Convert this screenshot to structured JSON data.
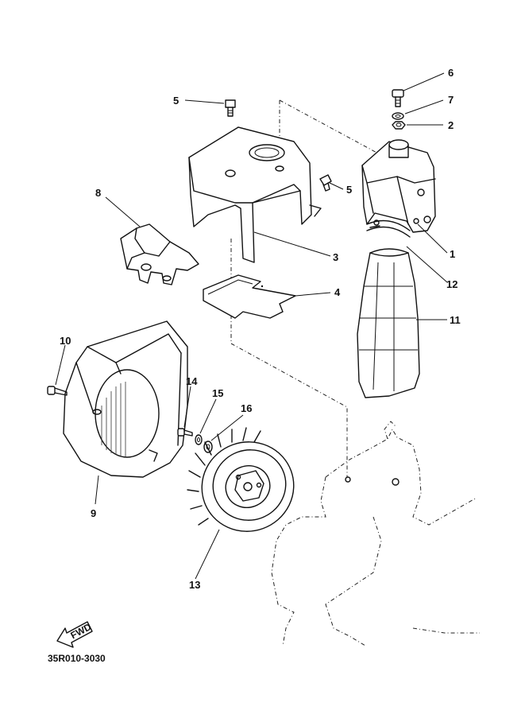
{
  "diagram": {
    "code": "35R010-3030",
    "fwd_label": "FWD",
    "parts": [
      {
        "id": "p1",
        "num": "1"
      },
      {
        "id": "p2",
        "num": "2"
      },
      {
        "id": "p3",
        "num": "3"
      },
      {
        "id": "p4",
        "num": "4"
      },
      {
        "id": "p5a",
        "num": "5"
      },
      {
        "id": "p5b",
        "num": "5"
      },
      {
        "id": "p6",
        "num": "6"
      },
      {
        "id": "p7",
        "num": "7"
      },
      {
        "id": "p8",
        "num": "8"
      },
      {
        "id": "p9",
        "num": "9"
      },
      {
        "id": "p10",
        "num": "10"
      },
      {
        "id": "p11",
        "num": "11"
      },
      {
        "id": "p12",
        "num": "12"
      },
      {
        "id": "p13",
        "num": "13"
      },
      {
        "id": "p14",
        "num": "14"
      },
      {
        "id": "p15",
        "num": "15"
      },
      {
        "id": "p16",
        "num": "16"
      }
    ]
  }
}
